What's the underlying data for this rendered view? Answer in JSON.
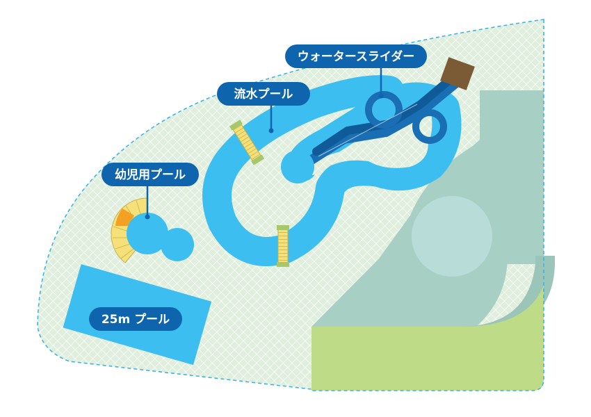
{
  "map": {
    "labels": {
      "water_slider": "ウォータースライダー",
      "lazy_river": "流水プール",
      "kids_pool": "幼児用プール",
      "pool_25m": "25m プール"
    },
    "colors": {
      "site_fill": "#dfeedd",
      "hatch": "#ffffff",
      "boundary": "#3cb4e6",
      "pool_water": "#3cbef0",
      "slider": "#1a6eb4",
      "slider_dark": "#0f5a98",
      "slider_tower": "#7b5a36",
      "label_bg": "#0f65ad",
      "label_text": "#ffffff",
      "bridge": "#f5e07a",
      "bridge_end": "#a6c86a",
      "deck_orange": "#f5a020",
      "building": "#a8cfc4",
      "building_circle": "#b8ddd8",
      "lawn": "#bedc88"
    }
  }
}
